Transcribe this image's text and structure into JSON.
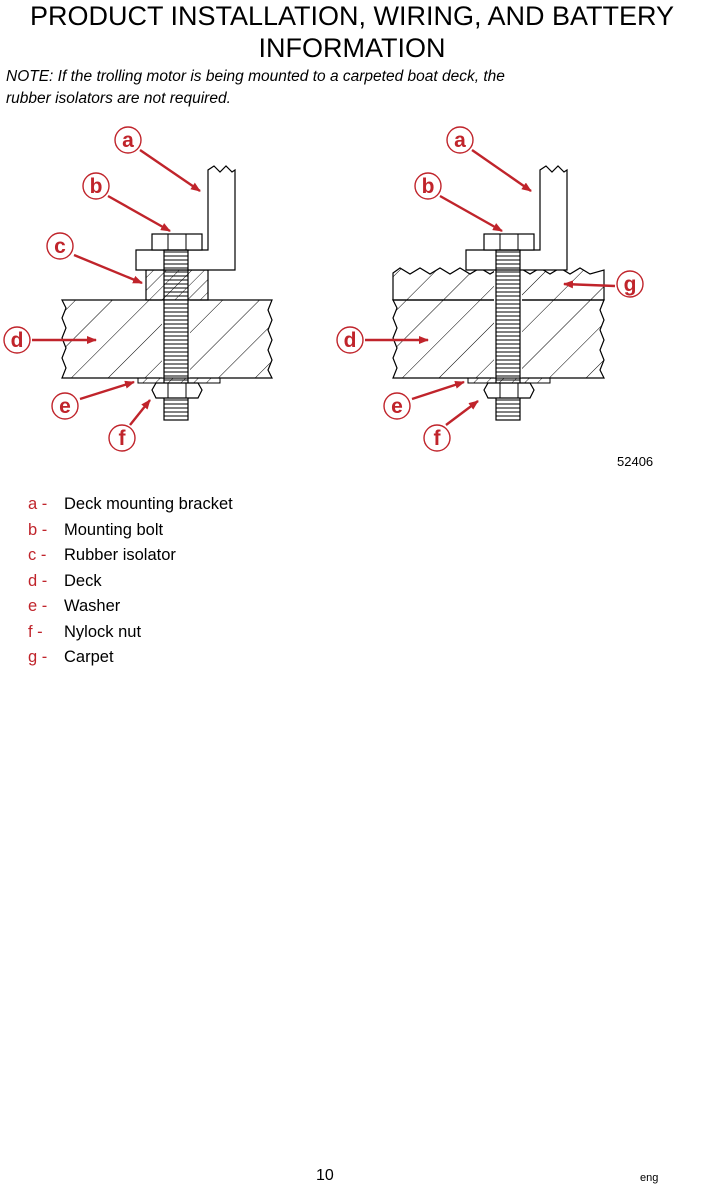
{
  "header": {
    "title_line1": "PRODUCT INSTALLATION, WIRING, AND BATTERY",
    "title_line2": "INFORMATION"
  },
  "note": {
    "label": "NOTE:",
    "text": " If the trolling motor is being mounted to a carpeted boat deck, the",
    "text_line2": "rubber isolators are not required."
  },
  "figure": {
    "number": "52406",
    "callout_color": "#c0242b",
    "left_callouts": [
      "a",
      "b",
      "c",
      "d",
      "e",
      "f"
    ],
    "right_callouts": [
      "a",
      "b",
      "g",
      "d",
      "e",
      "f"
    ]
  },
  "legend": [
    {
      "key": "a -",
      "label": "Deck mounting bracket"
    },
    {
      "key": "b -",
      "label": "Mounting bolt"
    },
    {
      "key": "c -",
      "label": "Rubber isolator"
    },
    {
      "key": "d -",
      "label": "Deck"
    },
    {
      "key": "e -",
      "label": "Washer"
    },
    {
      "key": "f -",
      "label": "Nylock nut"
    },
    {
      "key": "g -",
      "label": "Carpet"
    }
  ],
  "footer": {
    "page_number": "10",
    "language": "eng"
  }
}
